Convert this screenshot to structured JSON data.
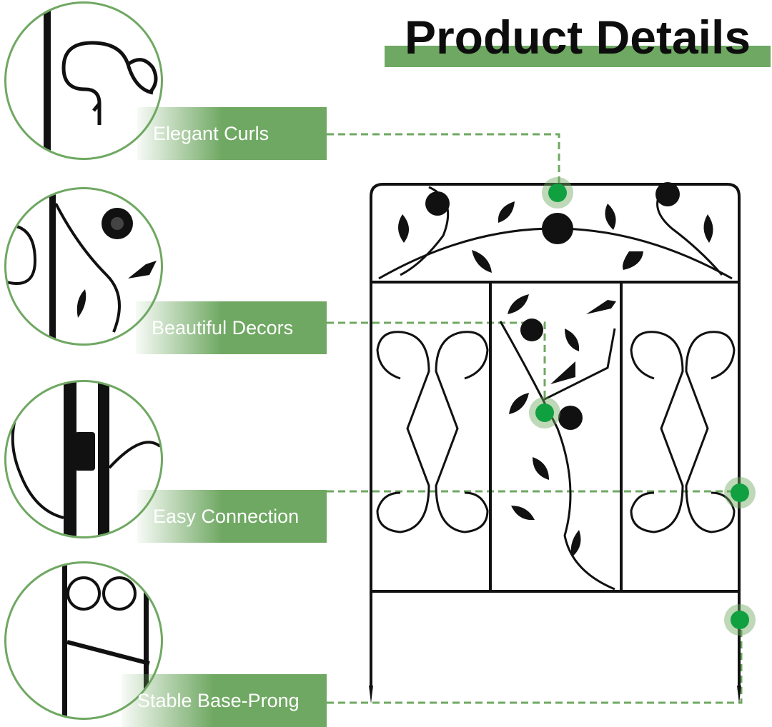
{
  "title": "Product Details",
  "features": [
    {
      "label": "Elegant Curls"
    },
    {
      "label": "Beautiful Decors"
    },
    {
      "label": "Easy Connection"
    },
    {
      "label": "Stable Base-Prong"
    }
  ],
  "colors": {
    "accent": "#6fa862",
    "dot": "#10a040",
    "metal": "#111111"
  }
}
